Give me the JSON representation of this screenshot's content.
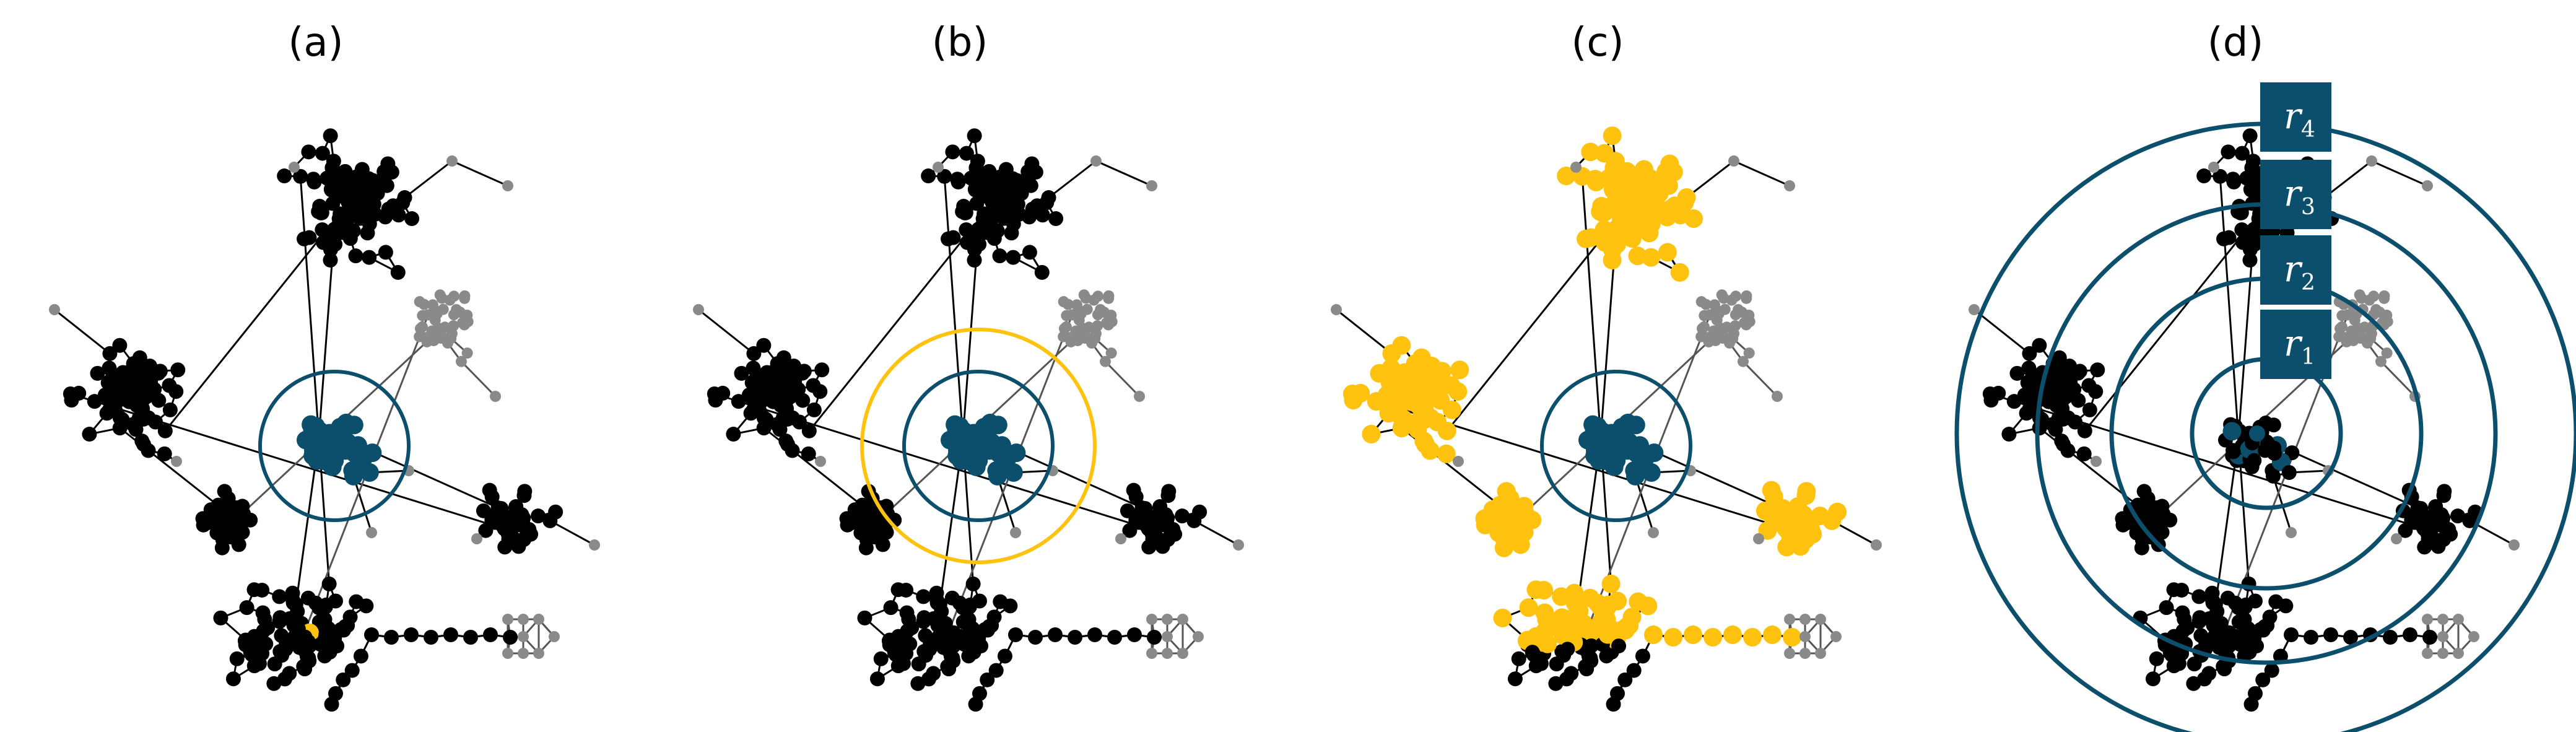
{
  "colors": {
    "black_node": "#000000",
    "gray_node": "#8a8a8a",
    "core_node": "#0b4f6c",
    "highlight_node": "#ffc20e",
    "edge": "#000000",
    "core_circle": "#0b4f6c",
    "yellow_circle": "#ffc20e",
    "label_box": "#0b4f6c"
  },
  "panels": [
    {
      "title": "(a)",
      "description": "core region with one highlighted node"
    },
    {
      "title": "(b)",
      "description": "core region with enclosing yellow neighborhood ring"
    },
    {
      "title": "(c)",
      "description": "distant nodes highlighted in yellow"
    },
    {
      "title": "(d)",
      "description": "concentric radius rings r1-r4"
    }
  ],
  "rings": [
    {
      "label": "r",
      "sub": "1"
    },
    {
      "label": "r",
      "sub": "2"
    },
    {
      "label": "r",
      "sub": "3"
    },
    {
      "label": "r",
      "sub": "4"
    }
  ]
}
